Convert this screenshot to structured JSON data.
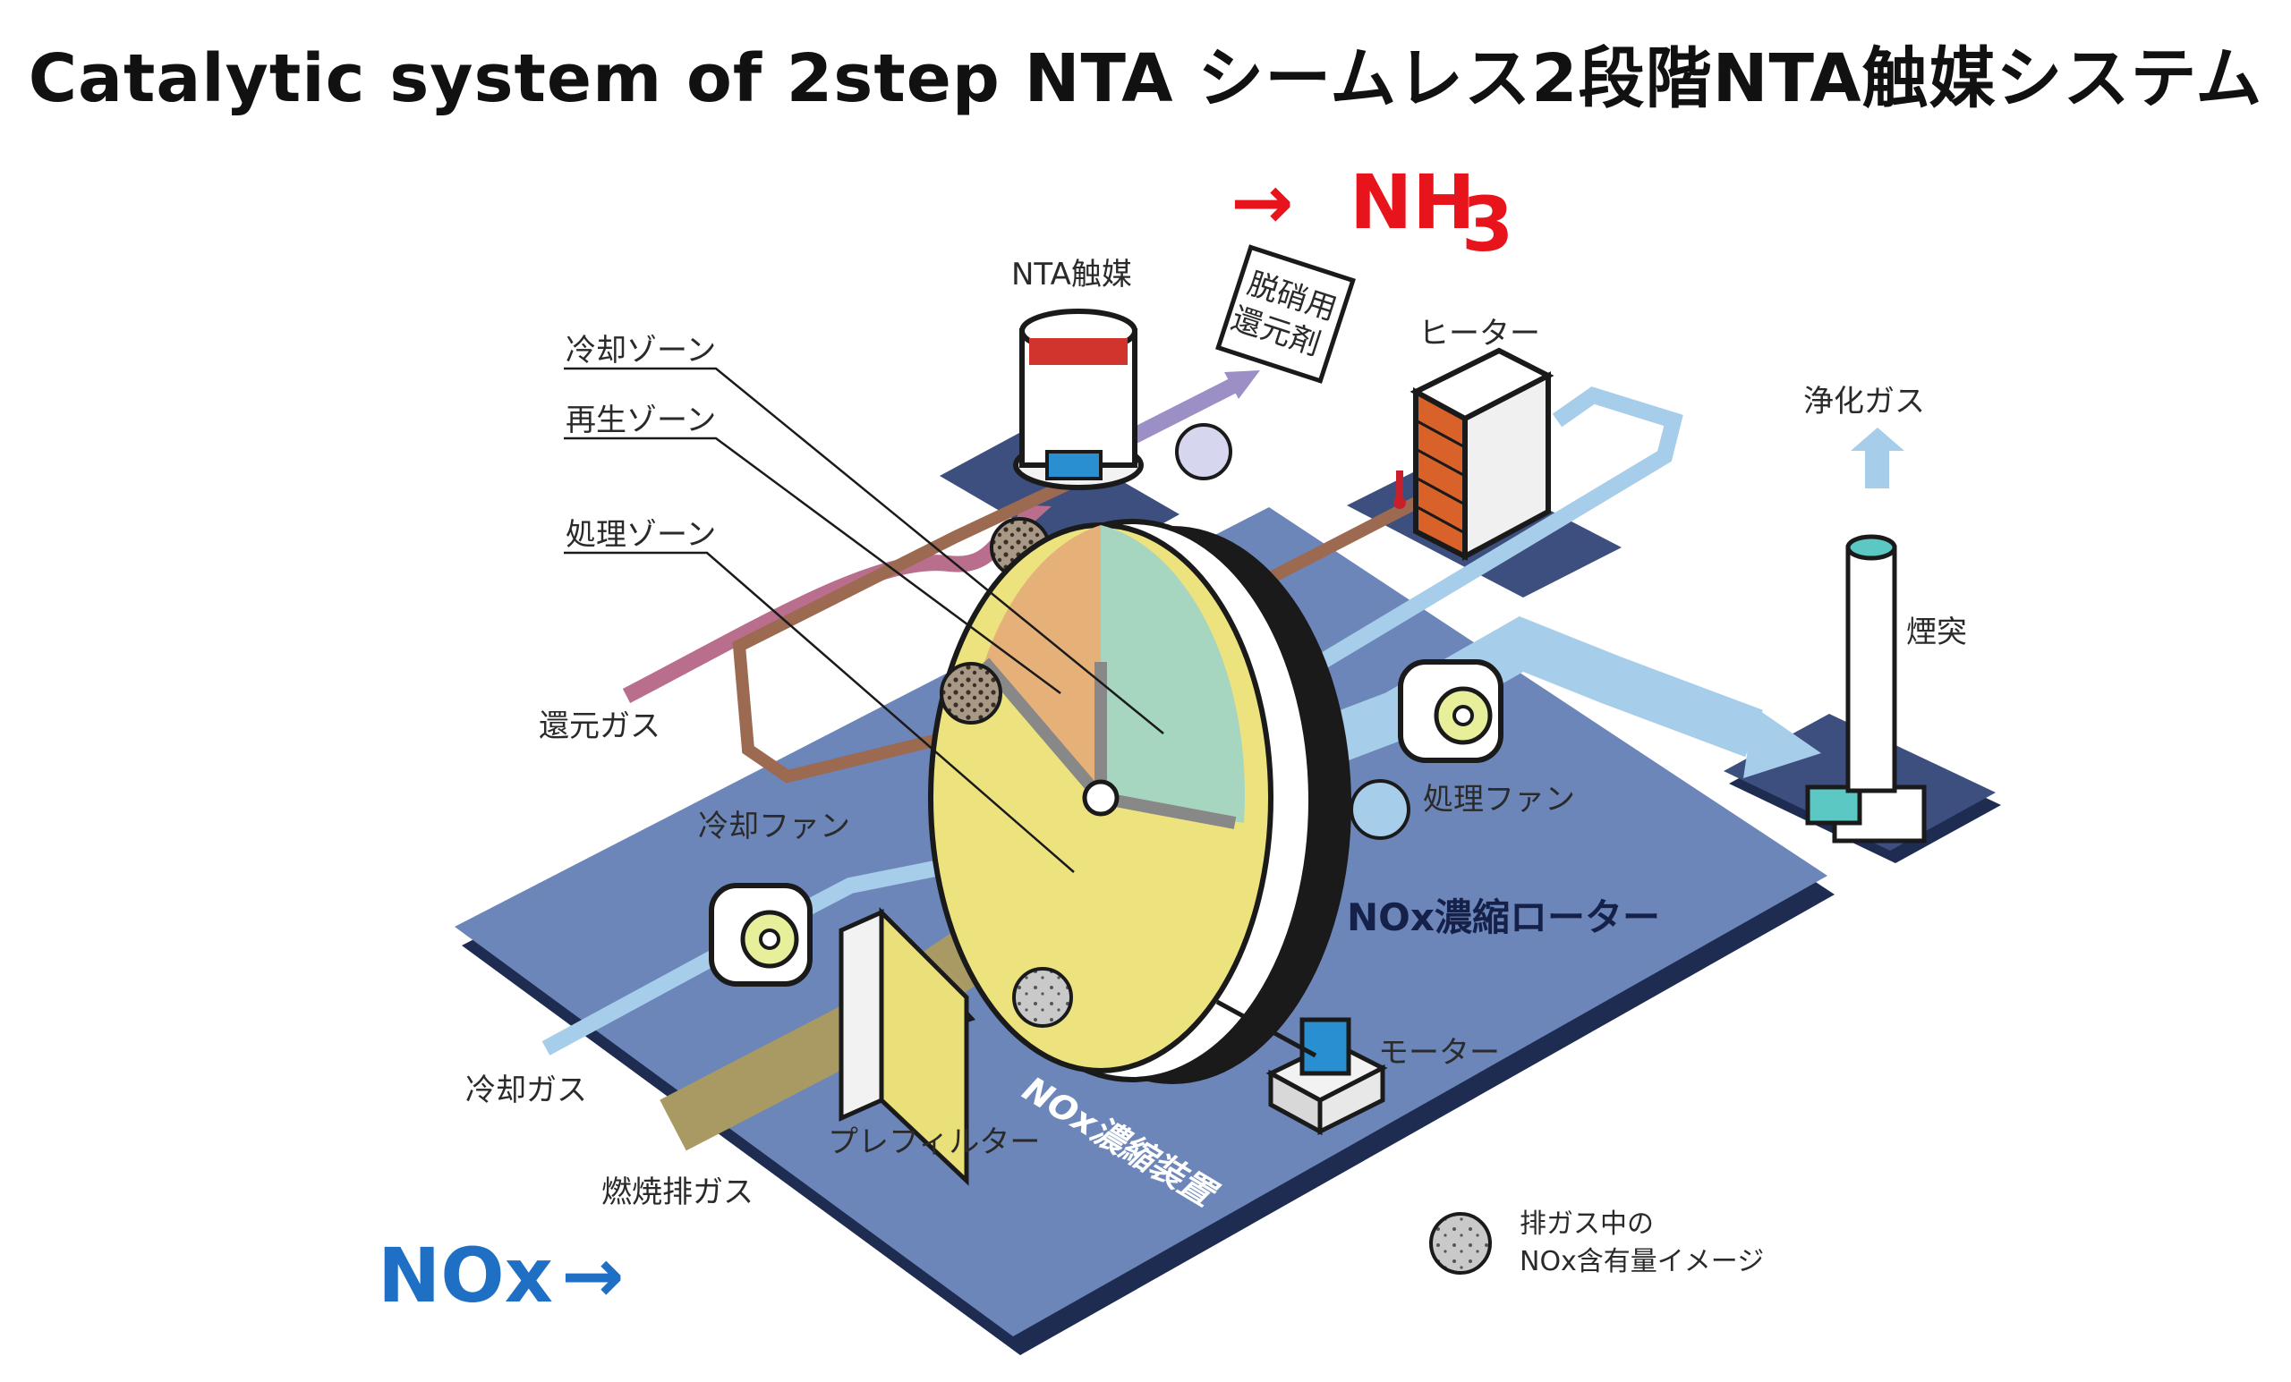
{
  "title": "Catalytic system of 2step NTA  シームレス2段階NTA触媒システム",
  "callouts": {
    "nh3_arrow": "→",
    "nh3_text": "NH",
    "nh3_sub": "3",
    "nox_text": "NOx",
    "nox_arrow": "→"
  },
  "labels": {
    "nta_catalyst": "NTA触媒",
    "reductant_line1": "脱硝用",
    "reductant_line2": "還元剤",
    "heater": "ヒーター",
    "purified_gas": "浄化ガス",
    "cooling_zone": "冷却ゾーン",
    "regeneration_zone": "再生ゾーン",
    "treatment_zone": "処理ゾーン",
    "reducing_gas": "還元ガス",
    "chimney": "煙突",
    "cooling_fan": "冷却ファン",
    "treatment_fan": "処理ファン",
    "rotor": "NOx濃縮ローター",
    "motor": "モーター",
    "cooling_gas": "冷却ガス",
    "prefilter": "プレフィルター",
    "combustion_exhaust": "燃焼排ガス",
    "platform": "NOx濃縮装置",
    "legend_line1": "排ガス中の",
    "legend_line2": "NOx含有量イメージ"
  },
  "colors": {
    "platform": "#6c86b9",
    "cooling_flow": "#a6cdea",
    "exhaust_flow": "#a89a62",
    "regen_flow": "#9b6a50",
    "reducing_flow": "#b86e8c",
    "reductant_flow": "#9c8fc6",
    "rotor_treatment": "#ede37e",
    "rotor_regen": "#e6b079",
    "rotor_cooling": "#a6d6c0",
    "heater_element": "#d9622b",
    "nh3_red": "#e8141c",
    "nox_blue": "#1f6fc4"
  }
}
